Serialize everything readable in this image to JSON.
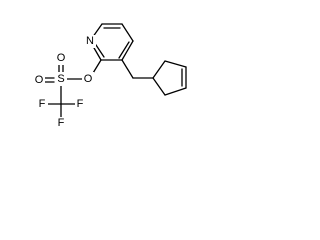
{
  "structure": {
    "atoms": {
      "N": "N",
      "O_ester": "O",
      "S": "S",
      "O_top": "O",
      "O_left": "O",
      "F_left": "F",
      "F_bottom": "F",
      "F_right": "F"
    }
  },
  "colors": {
    "bond": "#000000",
    "label": "#000000",
    "background": "#ffffff"
  }
}
